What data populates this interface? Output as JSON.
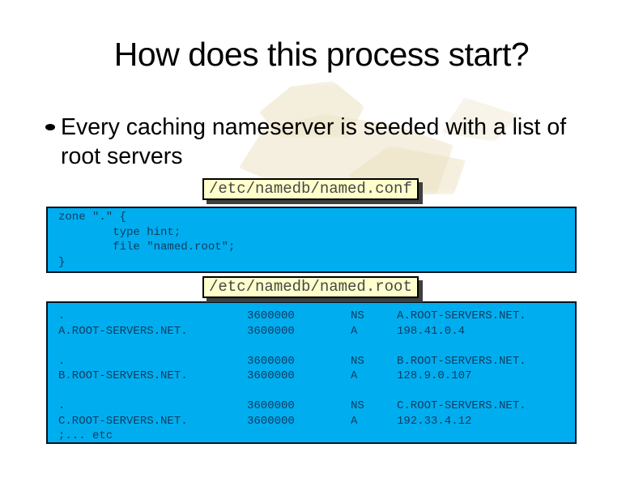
{
  "slide": {
    "title": "How does this process start?",
    "bullet": "Every caching nameserver is seeded with a list of root servers"
  },
  "conf_label": "/etc/namedb/named.conf",
  "root_label": "/etc/namedb/named.root",
  "zone_config": {
    "lines": [
      "zone \".\" {",
      "        type hint;",
      "        file \"named.root\";",
      "}"
    ]
  },
  "root_file": {
    "blocks": [
      {
        "rows": [
          {
            "owner": ".",
            "ttl": "3600000",
            "type": "NS",
            "value": "A.ROOT-SERVERS.NET."
          },
          {
            "owner": "A.ROOT-SERVERS.NET.",
            "ttl": "3600000",
            "type": "A",
            "value": "198.41.0.4"
          }
        ]
      },
      {
        "rows": [
          {
            "owner": ".",
            "ttl": "3600000",
            "type": "NS",
            "value": "B.ROOT-SERVERS.NET."
          },
          {
            "owner": "B.ROOT-SERVERS.NET.",
            "ttl": "3600000",
            "type": "A",
            "value": "128.9.0.107"
          }
        ]
      },
      {
        "rows": [
          {
            "owner": ".",
            "ttl": "3600000",
            "type": "NS",
            "value": "C.ROOT-SERVERS.NET."
          },
          {
            "owner": "C.ROOT-SERVERS.NET.",
            "ttl": "3600000",
            "type": "A",
            "value": "192.33.4.12"
          }
        ]
      }
    ],
    "footer": ";... etc"
  },
  "colors": {
    "box_fill": "#00aeef",
    "box_text": "#123a5e",
    "box_border": "#02131f",
    "label_fill": "#ffffcc",
    "label_text": "#474747",
    "label_shadow": "#3f3f3f",
    "title_text": "#000000",
    "background": "#ffffff"
  }
}
